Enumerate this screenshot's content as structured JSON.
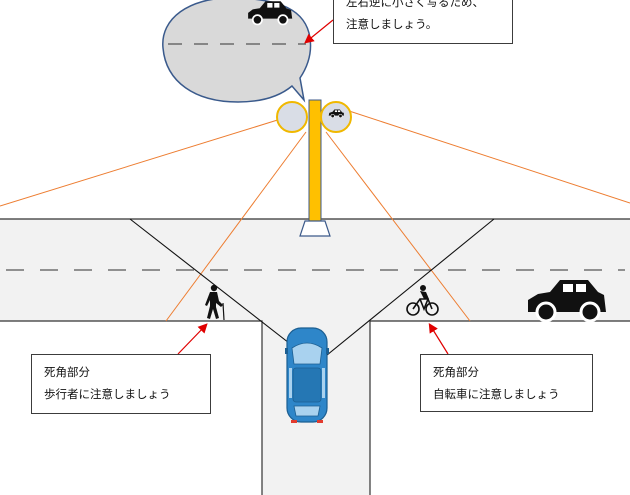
{
  "callouts": {
    "top": {
      "line1": "左右逆に小さく写るため、",
      "line2": "注意しましょう。"
    },
    "left": {
      "line1": "死角部分",
      "line2": "歩行者に注意しましょう"
    },
    "right": {
      "line1": "死角部分",
      "line2": "自転車に注意しましょう"
    }
  },
  "colors": {
    "road": "#f2f2f2",
    "road_edge": "#333333",
    "lane_dash": "#555555",
    "mirror_pole": "#ffc000",
    "mirror_rim": "#f0b800",
    "mirror_glass": "#d9dde6",
    "view_line_orange": "#ed7d31",
    "blind_line": "#111111",
    "leader_arrow": "#e00000",
    "bubble_fill": "#d9d9d9",
    "bubble_stroke": "#3a5a8c",
    "car_blue": "#2e86c9"
  },
  "icons": [
    "car-icon",
    "pedestrian-icon",
    "bicycle-icon",
    "blue-car-icon"
  ]
}
